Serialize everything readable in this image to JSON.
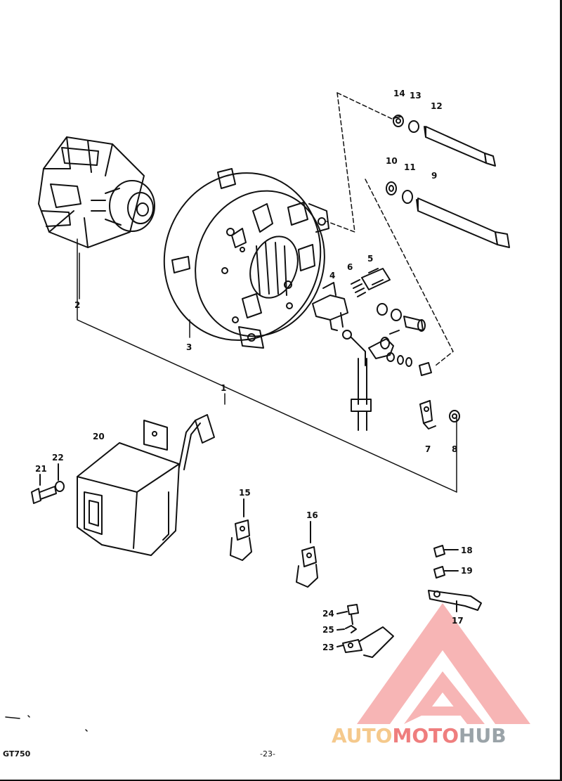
{
  "callouts": {
    "c1": "1",
    "c2": "2",
    "c3": "3",
    "c4": "4",
    "c5": "5",
    "c6": "6",
    "c7": "7",
    "c8": "8",
    "c9": "9",
    "c10": "10",
    "c11": "11",
    "c12": "12",
    "c13": "13",
    "c14": "14",
    "c15": "15",
    "c16": "16",
    "c17": "17",
    "c18": "18",
    "c19": "19",
    "c20": "20",
    "c21": "21",
    "c22": "22",
    "c23": "23",
    "c24": "24",
    "c25": "25"
  },
  "footer": {
    "model": "GT750",
    "page": "-23-"
  },
  "watermark": {
    "part1": "AUTO",
    "part2": "MOTO",
    "part3": "HUB",
    "color_yellow": "#f5c98c",
    "color_red": "#ef7e7e",
    "color_gray": "#9aa3a8"
  }
}
